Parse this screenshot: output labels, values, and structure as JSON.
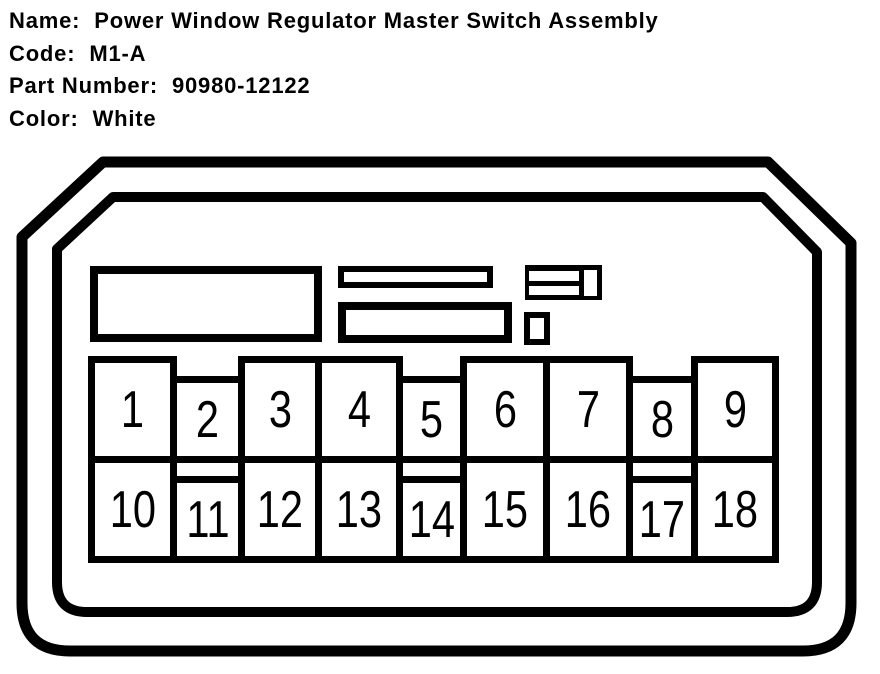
{
  "header": {
    "lines": [
      {
        "label": "Name:",
        "value": "Power Window Regulator Master Switch Assembly"
      },
      {
        "label": "Code:",
        "value": "M1-A"
      },
      {
        "label": "Part Number:",
        "value": "90980-12122"
      },
      {
        "label": "Color:",
        "value": "White"
      }
    ]
  },
  "connector": {
    "pin_rows": [
      [
        "1",
        "2",
        "3",
        "4",
        "5",
        "6",
        "7",
        "8",
        "9"
      ],
      [
        "10",
        "11",
        "12",
        "13",
        "14",
        "15",
        "16",
        "17",
        "18"
      ]
    ],
    "rows_count": 2,
    "pins_count": 18
  },
  "colors": {
    "line": "#000000",
    "background": "#ffffff"
  }
}
